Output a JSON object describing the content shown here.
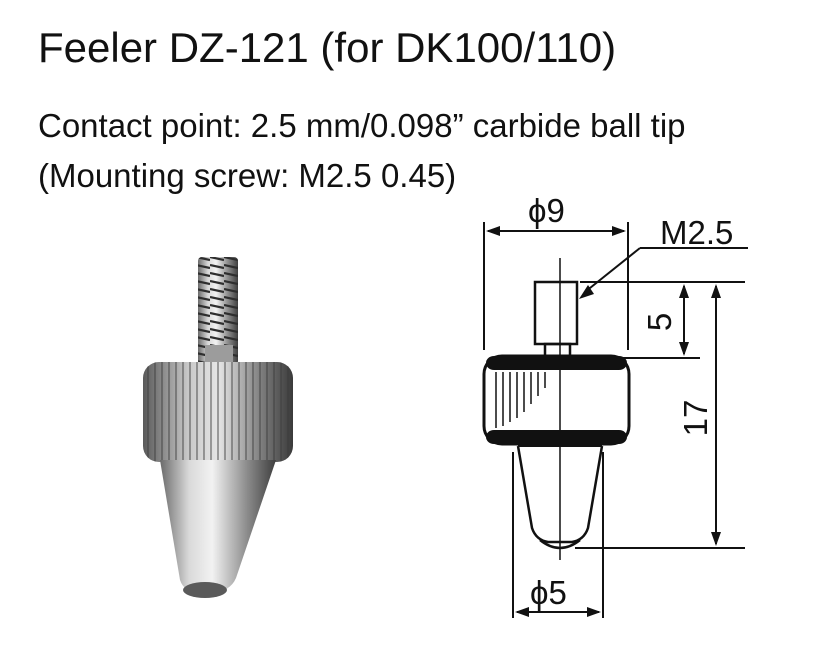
{
  "title": "Feeler DZ-121 (for DK100/110)",
  "spec": {
    "contact_point": "Contact point: 2.5 mm/0.098” carbide ball tip",
    "mounting_screw": "(Mounting screw: M2.5  0.45)"
  },
  "drawing": {
    "dim_top_diameter": "ϕ9",
    "dim_thread": "M2.5",
    "dim_thread_length": "5",
    "dim_total_length": "17",
    "dim_tip_diameter": "ϕ5"
  },
  "colors": {
    "ink": "#111111",
    "metal_light": "#d8d8d8",
    "metal_mid": "#9a9a9a",
    "metal_dark": "#4a4a4a"
  }
}
